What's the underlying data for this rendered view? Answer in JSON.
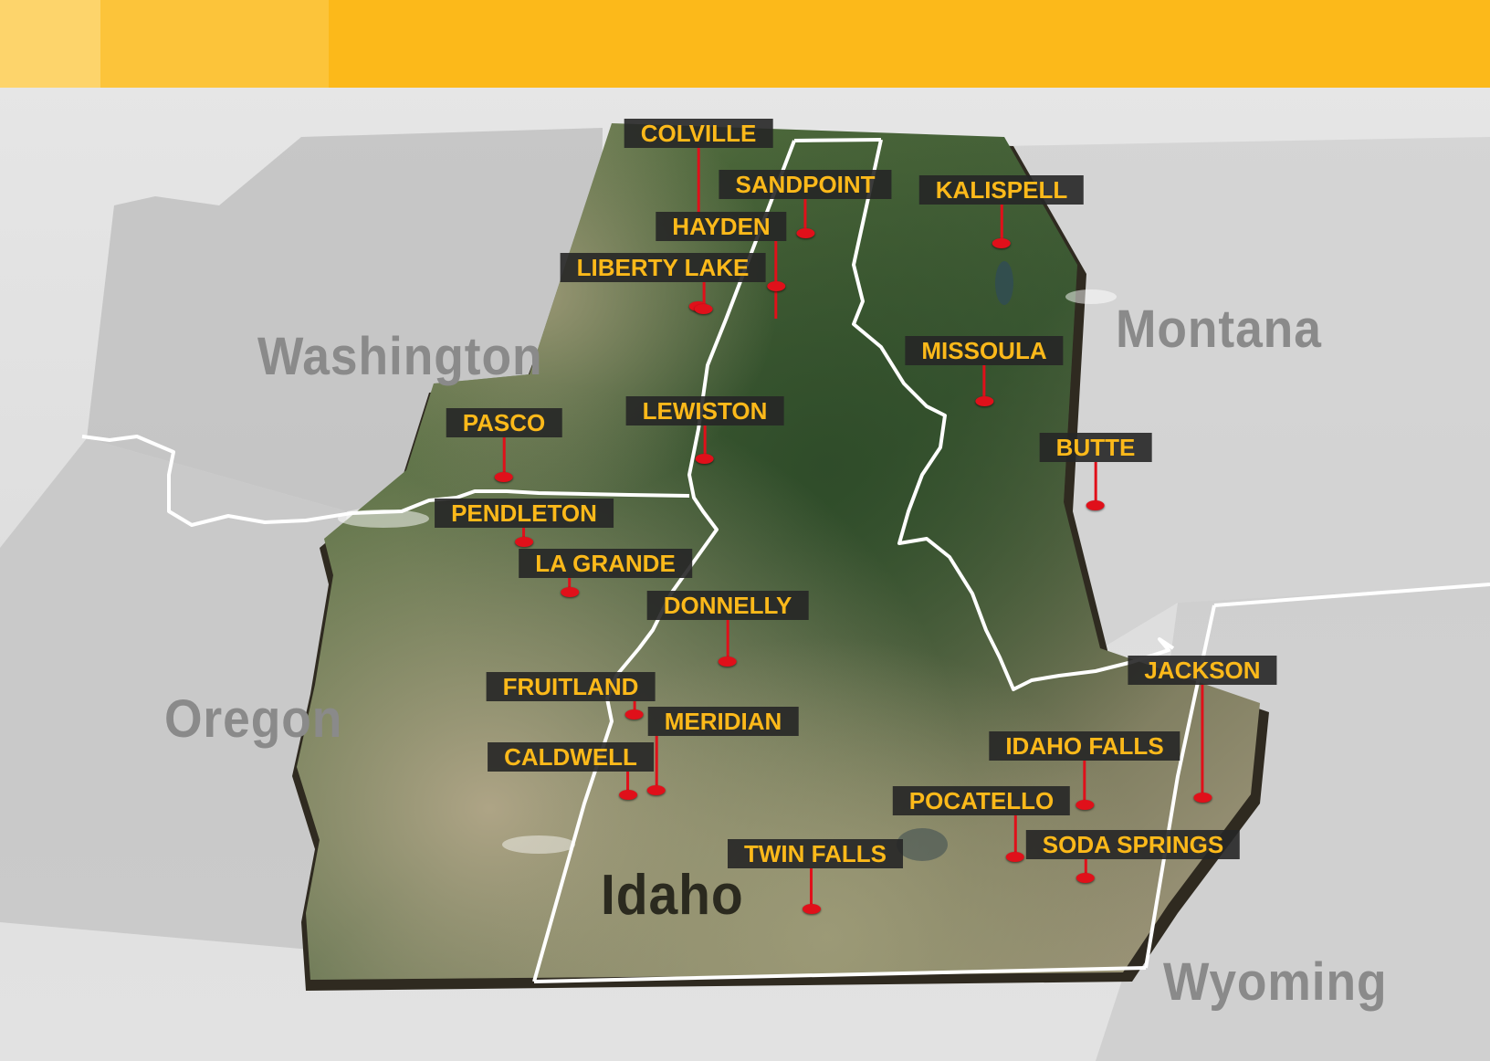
{
  "colors": {
    "banner": "#fcb91a",
    "label_bg": "#262626",
    "label_text": "#fcb91a",
    "pin": "#e0101a",
    "border_line": "#ffffff",
    "state_label": "#8a8a8a",
    "idaho_label": "#2b2a1f"
  },
  "states": {
    "washington": "Washington",
    "oregon": "Oregon",
    "idaho": "Idaho",
    "montana": "Montana",
    "wyoming": "Wyoming"
  },
  "cities": [
    {
      "key": "colville",
      "name": "COLVILLE",
      "state": "Washington"
    },
    {
      "key": "sandpoint",
      "name": "SANDPOINT",
      "state": "Idaho"
    },
    {
      "key": "kalispell",
      "name": "KALISPELL",
      "state": "Montana"
    },
    {
      "key": "hayden",
      "name": "HAYDEN",
      "state": "Idaho"
    },
    {
      "key": "liberty-lake",
      "name": "LIBERTY LAKE",
      "state": "Washington"
    },
    {
      "key": "missoula",
      "name": "MISSOULA",
      "state": "Montana"
    },
    {
      "key": "lewiston",
      "name": "LEWISTON",
      "state": "Idaho"
    },
    {
      "key": "pasco",
      "name": "PASCO",
      "state": "Washington"
    },
    {
      "key": "butte",
      "name": "BUTTE",
      "state": "Montana"
    },
    {
      "key": "pendleton",
      "name": "PENDLETON",
      "state": "Oregon"
    },
    {
      "key": "la-grande",
      "name": "LA GRANDE",
      "state": "Oregon"
    },
    {
      "key": "donnelly",
      "name": "DONNELLY",
      "state": "Idaho"
    },
    {
      "key": "jackson",
      "name": "JACKSON",
      "state": "Wyoming"
    },
    {
      "key": "fruitland",
      "name": "FRUITLAND",
      "state": "Idaho"
    },
    {
      "key": "meridian",
      "name": "MERIDIAN",
      "state": "Idaho"
    },
    {
      "key": "idaho-falls",
      "name": "IDAHO FALLS",
      "state": "Idaho"
    },
    {
      "key": "caldwell",
      "name": "CALDWELL",
      "state": "Idaho"
    },
    {
      "key": "pocatello",
      "name": "POCATELLO",
      "state": "Idaho"
    },
    {
      "key": "soda-springs",
      "name": "SODA SPRINGS",
      "state": "Idaho"
    },
    {
      "key": "twin-falls",
      "name": "TWIN FALLS",
      "state": "Idaho"
    }
  ]
}
